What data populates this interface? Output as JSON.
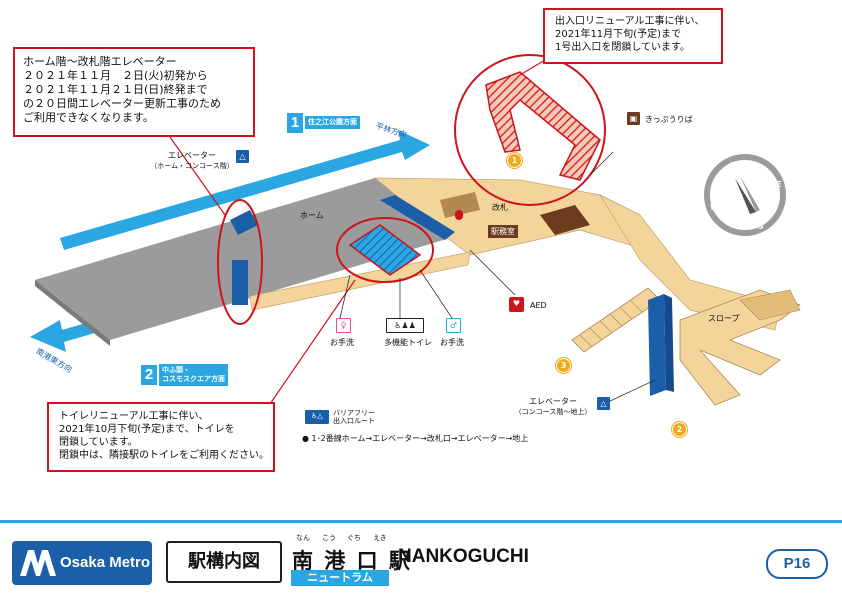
{
  "notices": {
    "elevator": {
      "lines": [
        "ホーム階～改札階エレベーター",
        "２０２１年１１月　２日(火)初発から",
        "２０２１年１１月２１日(日)終発まで",
        "の２０日間エレベーター更新工事のため",
        "ご利用できなくなります。"
      ]
    },
    "exit1": {
      "lines": [
        "出入口リニューアル工事に伴い、",
        "2021年11月下旬(予定)まで",
        "1号出入口を閉鎖しています。"
      ]
    },
    "toilet": {
      "lines": [
        "トイレリニューアル工事に伴い、",
        "2021年10月下旬(予定)まで、トイレを",
        "閉鎖しています。",
        "閉鎖中は、隣接駅のトイレをご利用ください。"
      ]
    }
  },
  "map": {
    "platform1": {
      "number": "1",
      "destination": "住之江公園方面"
    },
    "platform2": {
      "number": "2",
      "destination_line1": "中ふ頭・",
      "destination_line2": "コスモスクエア方面"
    },
    "direction_hirabayashi": "平林方向",
    "direction_nankohigashi": "南港東方向",
    "home_label": "ホーム",
    "elevator_home_label": "エレベーター",
    "elevator_home_sub": "（ホーム・コンコース階）",
    "elevator_ground_label": "エレベーター",
    "elevator_ground_sub": "（コンコース階～地上）",
    "ticket_gate": "改札",
    "station_office": "駅務室",
    "ticket_vending": "きっぷうりば",
    "aed": "AED",
    "restroom_women": "お手洗",
    "restroom_multi": "多機能トイレ",
    "restroom_men": "お手洗",
    "slope": "スロープ",
    "exits": [
      "1",
      "2",
      "3"
    ],
    "barrier_free_title_line1": "バリアフリー",
    "barrier_free_title_line2": "出入口ルート",
    "barrier_free_route": "● 1･2番線ホーム→エレベーター→改札口→エレベーター→地上",
    "compass": {
      "n": "N",
      "e": "E",
      "s": "S",
      "w": "W"
    }
  },
  "footer": {
    "brand": "Osaka Metro",
    "map_title": "駅構内図",
    "station_name_jp": "南 港 口 駅",
    "station_name_roman": "NANKOGUCHI",
    "furigana": [
      "なん",
      "こう",
      "ぐち",
      "えき"
    ],
    "line_name": "ニュートラム",
    "page": "P16"
  },
  "colors": {
    "accent_blue": "#2aa7e2",
    "brand_blue": "#1b5fa8",
    "notice_red": "#d0121b",
    "platform_gray": "#9b9b9b",
    "concourse_tan": "#f3d49a",
    "exit_orange": "#f0a81c"
  }
}
